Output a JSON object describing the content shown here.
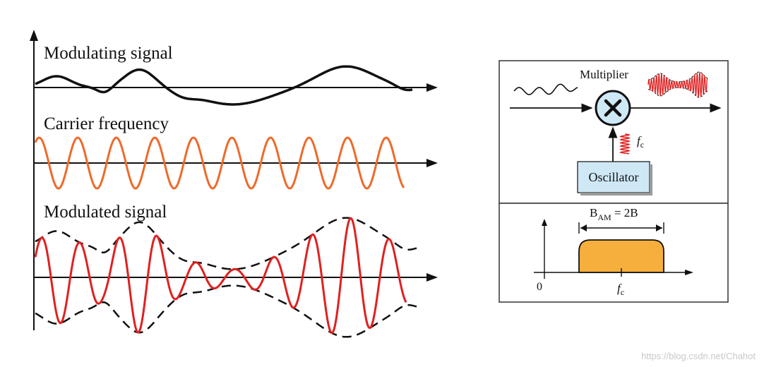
{
  "left": {
    "modulating_label": "Modulating signal",
    "carrier_label": "Carrier frequency",
    "modulated_label": "Modulated signal"
  },
  "block": {
    "multiplier_label": "Multiplier",
    "multiply_symbol": "✕",
    "oscillator_label": "Oscillator",
    "fc_italic": "f",
    "fc_sub": "c"
  },
  "spectrum": {
    "bandwidth_base": "B",
    "bandwidth_sub": "AM",
    "bandwidth_rest": " = 2B",
    "origin_label": "0",
    "fc_italic": "f",
    "fc_sub": "c"
  },
  "watermark": "https://blog.csdn.net/Chahot",
  "colors": {
    "black": "#111111",
    "carrier": "#ee6a2a",
    "modulated": "#e02020",
    "oscillator_fill": "#cfe8f6",
    "multiplier_fill": "#cfe8f6",
    "spectrum_fill": "#f6ae3c",
    "panel_border": "#333333"
  }
}
